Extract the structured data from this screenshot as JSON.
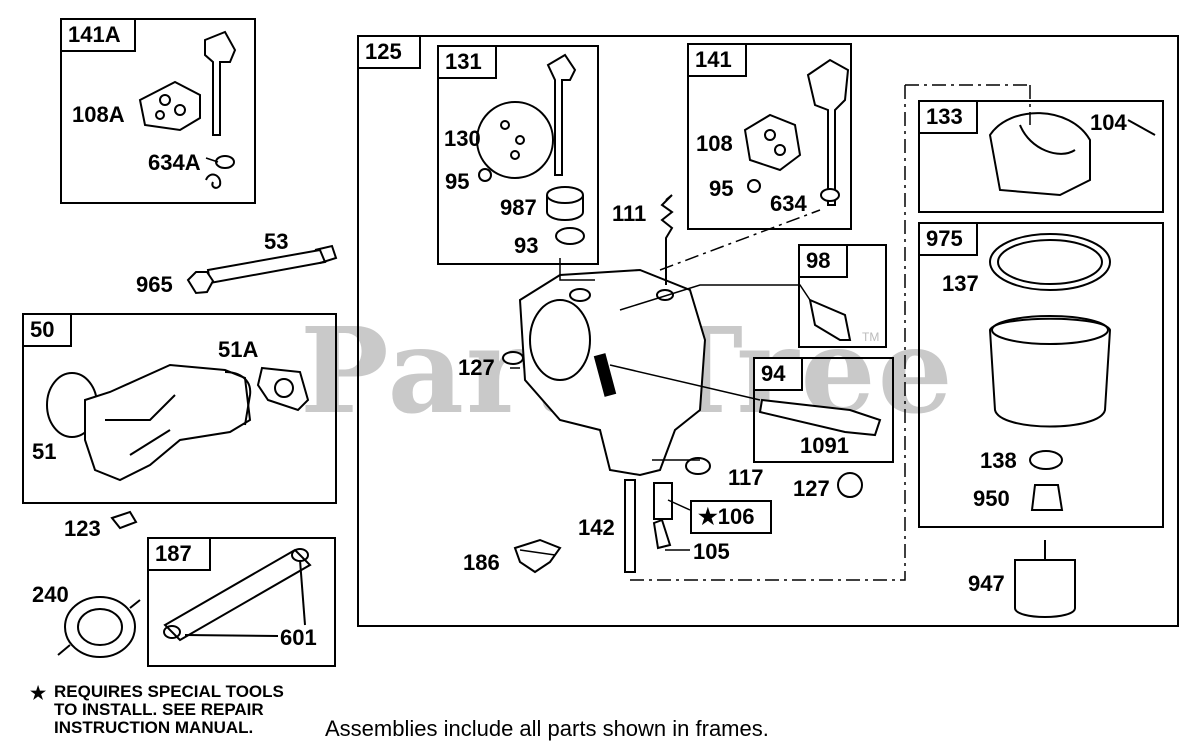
{
  "watermark": "PartsTree",
  "trademark": "TM",
  "frames": {
    "f141A": "141A",
    "f50": "50",
    "f187": "187",
    "f125": "125",
    "f131": "131",
    "f141": "141",
    "f133": "133",
    "f975": "975",
    "f98": "98",
    "f94": "94",
    "f106": "★106"
  },
  "labels": {
    "p108A": "108A",
    "p634A": "634A",
    "p53": "53",
    "p965": "965",
    "p51A": "51A",
    "p51": "51",
    "p123": "123",
    "p240": "240",
    "p601": "601",
    "p130": "130",
    "p95a": "95",
    "p987": "987",
    "p93": "93",
    "p111": "111",
    "p108": "108",
    "p95b": "95",
    "p634": "634",
    "p104": "104",
    "p137": "137",
    "p127a": "127",
    "p1091": "1091",
    "p127b": "127",
    "p117": "117",
    "p142": "142",
    "p105": "105",
    "p186": "186",
    "p138": "138",
    "p950": "950",
    "p947": "947"
  },
  "note": {
    "star": "★",
    "line1": "REQUIRES SPECIAL TOOLS",
    "line2": "TO INSTALL.  SEE REPAIR",
    "line3": "INSTRUCTION MANUAL."
  },
  "caption": "Assemblies include all parts shown in frames."
}
